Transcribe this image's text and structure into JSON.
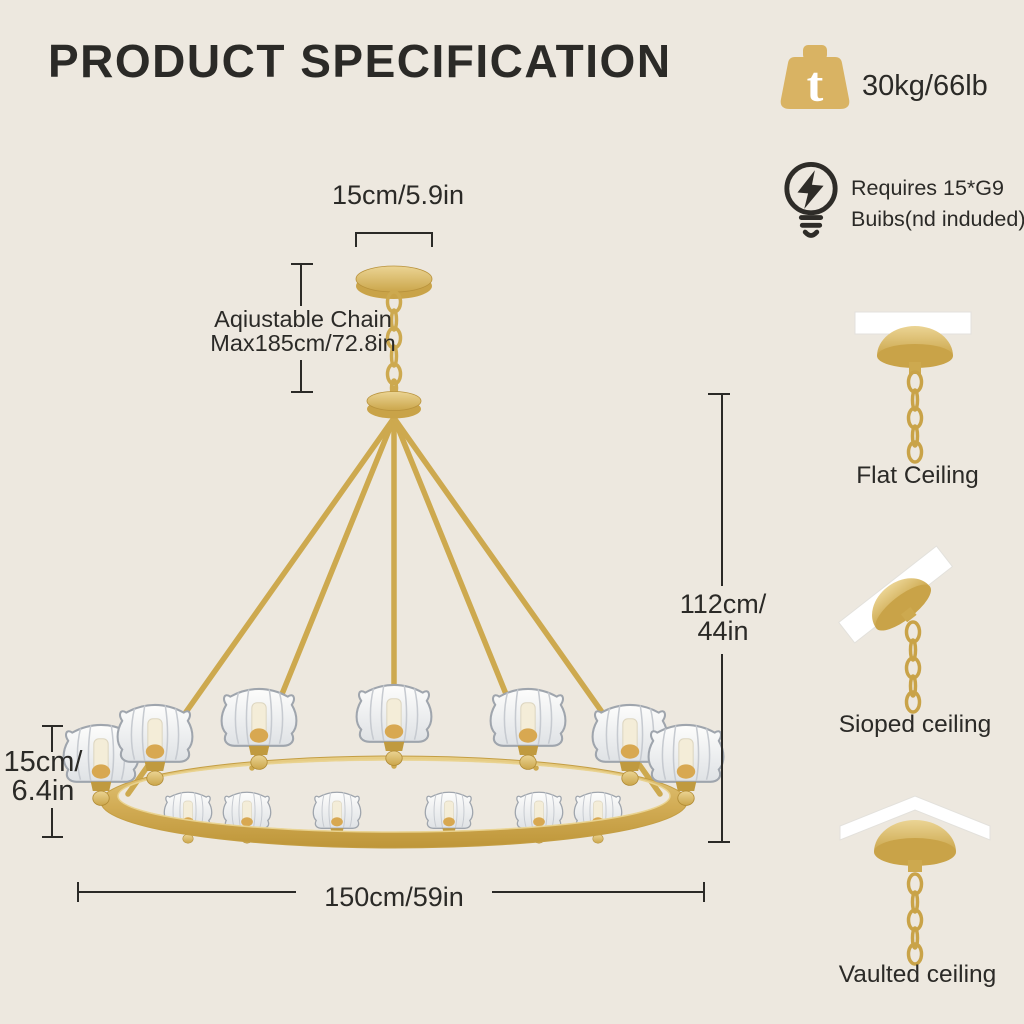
{
  "page": {
    "title": "PRODUCT SPECIFICATION"
  },
  "colors": {
    "background": "#EDE8DF",
    "gold": "#CDA94F",
    "gold_light": "#EBD494",
    "gold_dark": "#B08A33",
    "text": "#2B2A27",
    "glass": "#F4F4F2"
  },
  "specs": {
    "weight": {
      "icon": "weight-icon",
      "icon_letter": "t",
      "value": "30kg/66lb"
    },
    "bulb": {
      "icon": "bulb-icon",
      "line1": "Requires 15*G9",
      "line2": "Buibs(nd induded)"
    }
  },
  "dimensions": {
    "canopy_width": "15cm/5.9in",
    "chain_line1": "Aqiustable Chain",
    "chain_line2": "Max185cm/72.8in",
    "height_line1": "112cm/",
    "height_line2": "44in",
    "shade_height_line1": "15cm/",
    "shade_height_line2": "6.4in",
    "diameter": "150cm/59in"
  },
  "mounts": [
    {
      "label": "Flat Ceiling"
    },
    {
      "label": "Sioped ceiling"
    },
    {
      "label": "Vaulted ceiling"
    }
  ]
}
